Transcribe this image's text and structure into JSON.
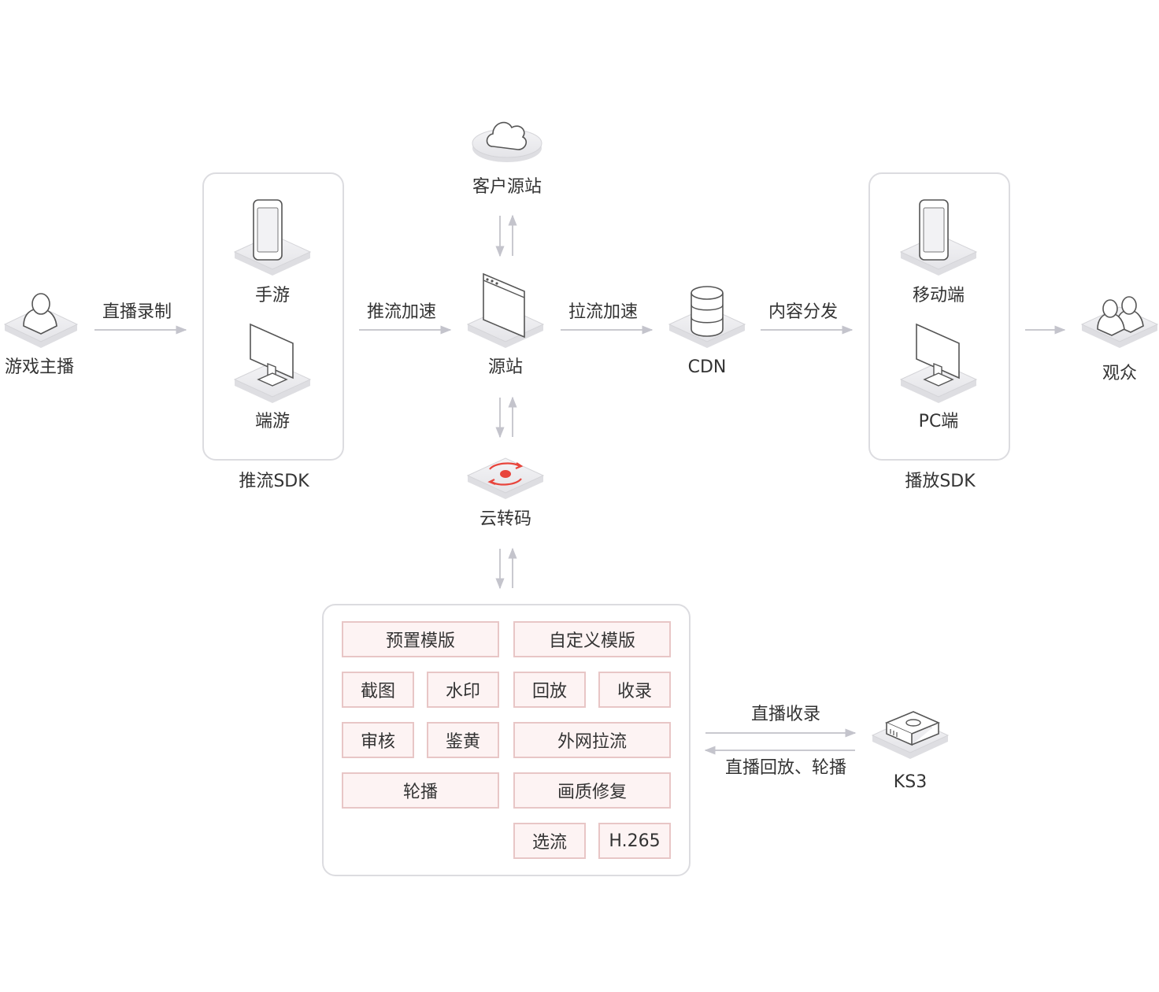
{
  "nodes": {
    "anchor": "游戏主播",
    "mobile_game": "手游",
    "pc_game": "端游",
    "push_sdk": "推流SDK",
    "customer_origin": "客户源站",
    "origin": "源站",
    "cloud_transcode": "云转码",
    "cdn": "CDN",
    "mobile_client": "移动端",
    "pc_client": "PC端",
    "play_sdk": "播放SDK",
    "audience": "观众",
    "ks3": "KS3"
  },
  "edges": {
    "live_record": "直播录制",
    "push_accel": "推流加速",
    "pull_accel": "拉流加速",
    "content_dist": "内容分发",
    "live_archive": "直播收录",
    "replay_carousel": "直播回放、轮播"
  },
  "features": [
    "预置模版",
    "自定义模版",
    "截图",
    "水印",
    "回放",
    "收录",
    "审核",
    "鉴黄",
    "外网拉流",
    "轮播",
    "画质修复",
    "选流",
    "H.265"
  ],
  "colors": {
    "accent": "#e8453c",
    "feature_fill": "#fdf3f3",
    "feature_border": "#e8c6c6",
    "line": "#c9c9cf",
    "panel_border": "#dcdce0"
  },
  "icons": {
    "anchor": "user-icon",
    "mobile_game": "phone-icon",
    "pc_game": "monitor-icon",
    "customer_origin": "cloud-icon",
    "origin": "browser-window-icon",
    "cloud_transcode": "transcode-icon",
    "cdn": "database-icon",
    "mobile_client": "phone-icon",
    "pc_client": "monitor-icon",
    "audience": "users-icon",
    "ks3": "storage-box-icon"
  }
}
